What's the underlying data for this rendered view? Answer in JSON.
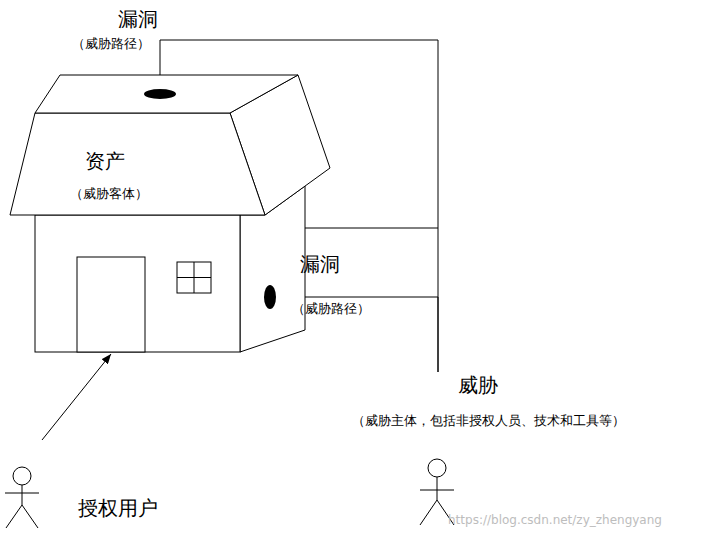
{
  "diagram": {
    "nodes": [
      {
        "text": [
          "资产",
          "（威胁客体）"
        ]
      },
      {
        "text": [
          "漏洞",
          "（威胁路径）"
        ],
        "in": 0
      },
      {
        "text": [
          "漏洞",
          "（威胁路径）"
        ],
        "in": 0
      },
      {
        "text": [
          "威胁",
          "（威胁主体，包括非授权人员、技术和工具等）"
        ]
      },
      {
        "text": [
          "授权用户"
        ]
      }
    ],
    "edges": [
      {
        "from": 3,
        "to": 1,
        "arrow": "to"
      },
      {
        "from": 3,
        "to": 2,
        "arrow": "to"
      },
      {
        "from": 4,
        "to": 0,
        "arrow": "to"
      }
    ],
    "labels": [
      "https://blog.csdn.net/zy_zhengyang"
    ]
  }
}
